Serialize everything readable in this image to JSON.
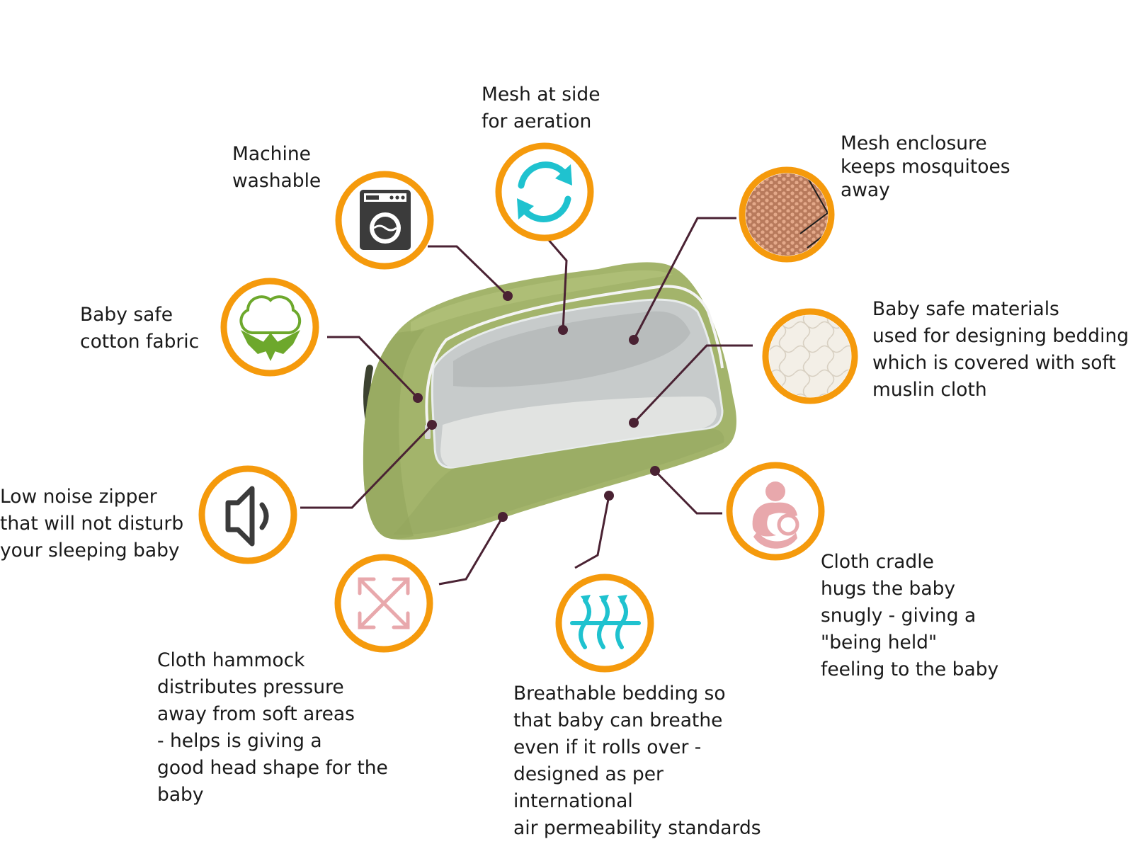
{
  "features": [
    {
      "id": "washable",
      "icon": "washing-machine-icon",
      "lines": [
        "Machine",
        "washable"
      ]
    },
    {
      "id": "aeration",
      "icon": "refresh-arrows-icon",
      "lines": [
        "Mesh at side",
        "for aeration"
      ]
    },
    {
      "id": "mosquito",
      "icon": "mesh-net-icon",
      "lines": [
        "Mesh enclosure",
        "keeps mosquitoes",
        "away"
      ]
    },
    {
      "id": "cotton",
      "icon": "cotton-flower-icon",
      "lines": [
        "Baby safe",
        "cotton fabric"
      ]
    },
    {
      "id": "materials",
      "icon": "quilted-fabric-icon",
      "lines": [
        "Baby safe materials",
        "used for designing bedding",
        "which is covered with soft",
        "muslin cloth"
      ]
    },
    {
      "id": "zipper",
      "icon": "speaker-low-volume-icon",
      "lines": [
        "Low noise zipper",
        "that will not disturb",
        "your sleeping baby"
      ]
    },
    {
      "id": "cradle",
      "icon": "holding-baby-icon",
      "lines": [
        "Cloth cradle",
        "hugs the baby",
        "snugly - giving a",
        "\"being held\"",
        "feeling to the baby"
      ]
    },
    {
      "id": "hammock",
      "icon": "expand-arrows-icon",
      "lines": [
        "Cloth hammock",
        "distributes pressure",
        "away from soft areas",
        "- helps is giving a",
        "good head shape for the",
        "baby"
      ]
    },
    {
      "id": "breathable",
      "icon": "breathable-waves-icon",
      "lines": [
        "Breathable bedding so",
        "that baby can breathe",
        "even if it rolls over -",
        "designed as per",
        "international",
        "air permeability standards"
      ]
    }
  ],
  "colors": {
    "ring": "#f59a0c",
    "connector": "#4a2233",
    "bed_green": "#a3b46b",
    "bed_dark": "#8a9c55",
    "mesh": "#c9cccc",
    "teal": "#1fc2cf",
    "pink": "#e8a8ac",
    "cotton_green": "#6da82c",
    "icon_dark": "#3b3b3b"
  }
}
